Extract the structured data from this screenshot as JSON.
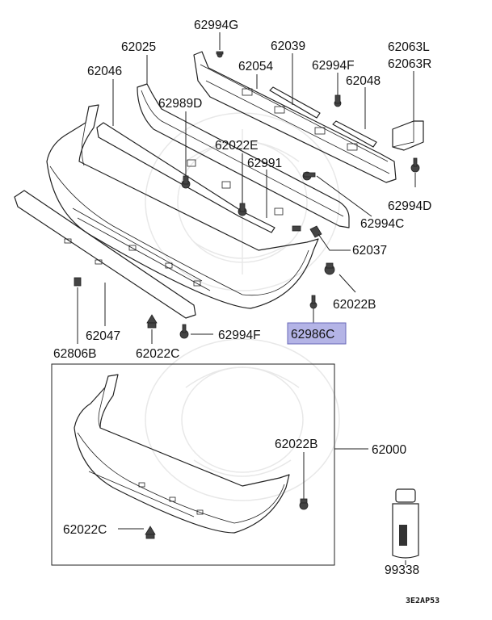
{
  "labels": {
    "p62994G": "62994G",
    "p62025": "62025",
    "p62039": "62039",
    "p62063L": "62063L",
    "p62063R": "62063R",
    "p62046": "62046",
    "p62054": "62054",
    "p62994F_top": "62994F",
    "p62989D": "62989D",
    "p62048": "62048",
    "p62022E": "62022E",
    "p62991": "62991",
    "p62994D": "62994D",
    "p62994C": "62994C",
    "p62037": "62037",
    "p62022B_top": "62022B",
    "p62986C": "62986C",
    "p62047": "62047",
    "p62994F_bottom": "62994F",
    "p62806B": "62806B",
    "p62022C_top": "62022C",
    "p62022B_box": "62022B",
    "p62000": "62000",
    "p62022C_box": "62022C",
    "p99338": "99338",
    "diagram_code": "3E2AP53"
  },
  "colors": {
    "highlight_fill": "#b4b4e6",
    "highlight_border": "#6a6ab8",
    "line": "#222222"
  }
}
